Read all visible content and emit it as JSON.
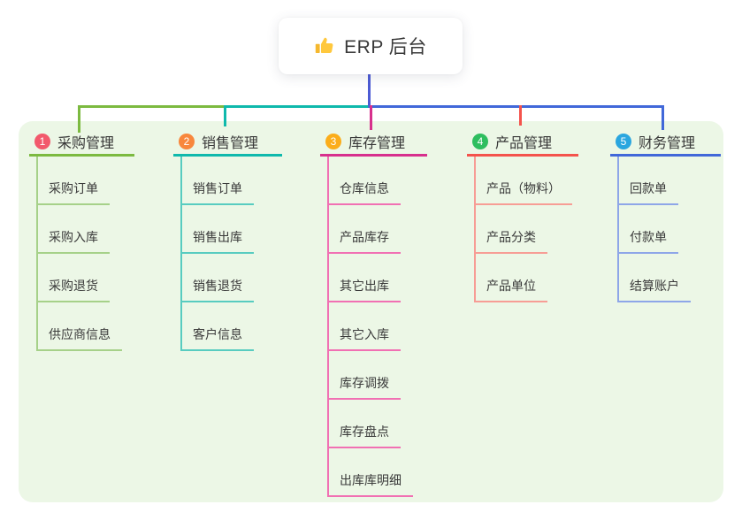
{
  "root": {
    "title": "ERP 后台",
    "icon": "thumbs-up-icon",
    "line_color": "#4C5BD4"
  },
  "panel": {
    "bg_color": "#ECF7E6"
  },
  "branches": [
    {
      "num": "1",
      "label": "采购管理",
      "color": "#7CBA40",
      "sub_color": "#A6D189",
      "badge_color": "#F2596C",
      "children": [
        "采购订单",
        "采购入库",
        "采购退货",
        "供应商信息"
      ]
    },
    {
      "num": "2",
      "label": "销售管理",
      "color": "#0FB9AC",
      "sub_color": "#58CCC0",
      "badge_color": "#F8873C",
      "children": [
        "销售订单",
        "销售出库",
        "销售退货",
        "客户信息"
      ]
    },
    {
      "num": "3",
      "label": "库存管理",
      "color": "#D7308D",
      "sub_color": "#F170B3",
      "badge_color": "#FBAD1A",
      "children": [
        "仓库信息",
        "产品库存",
        "其它出库",
        "其它入库",
        "库存调拨",
        "库存盘点",
        "出库库明细"
      ]
    },
    {
      "num": "4",
      "label": "产品管理",
      "color": "#F4534C",
      "sub_color": "#F79D95",
      "badge_color": "#2EBE5F",
      "children": [
        "产品（物料）",
        "产品分类",
        "产品单位"
      ]
    },
    {
      "num": "5",
      "label": "财务管理",
      "color": "#4168D9",
      "sub_color": "#8EA6E8",
      "badge_color": "#2AA6DF",
      "children": [
        "回款单",
        "付款单",
        "结算账户"
      ]
    }
  ]
}
